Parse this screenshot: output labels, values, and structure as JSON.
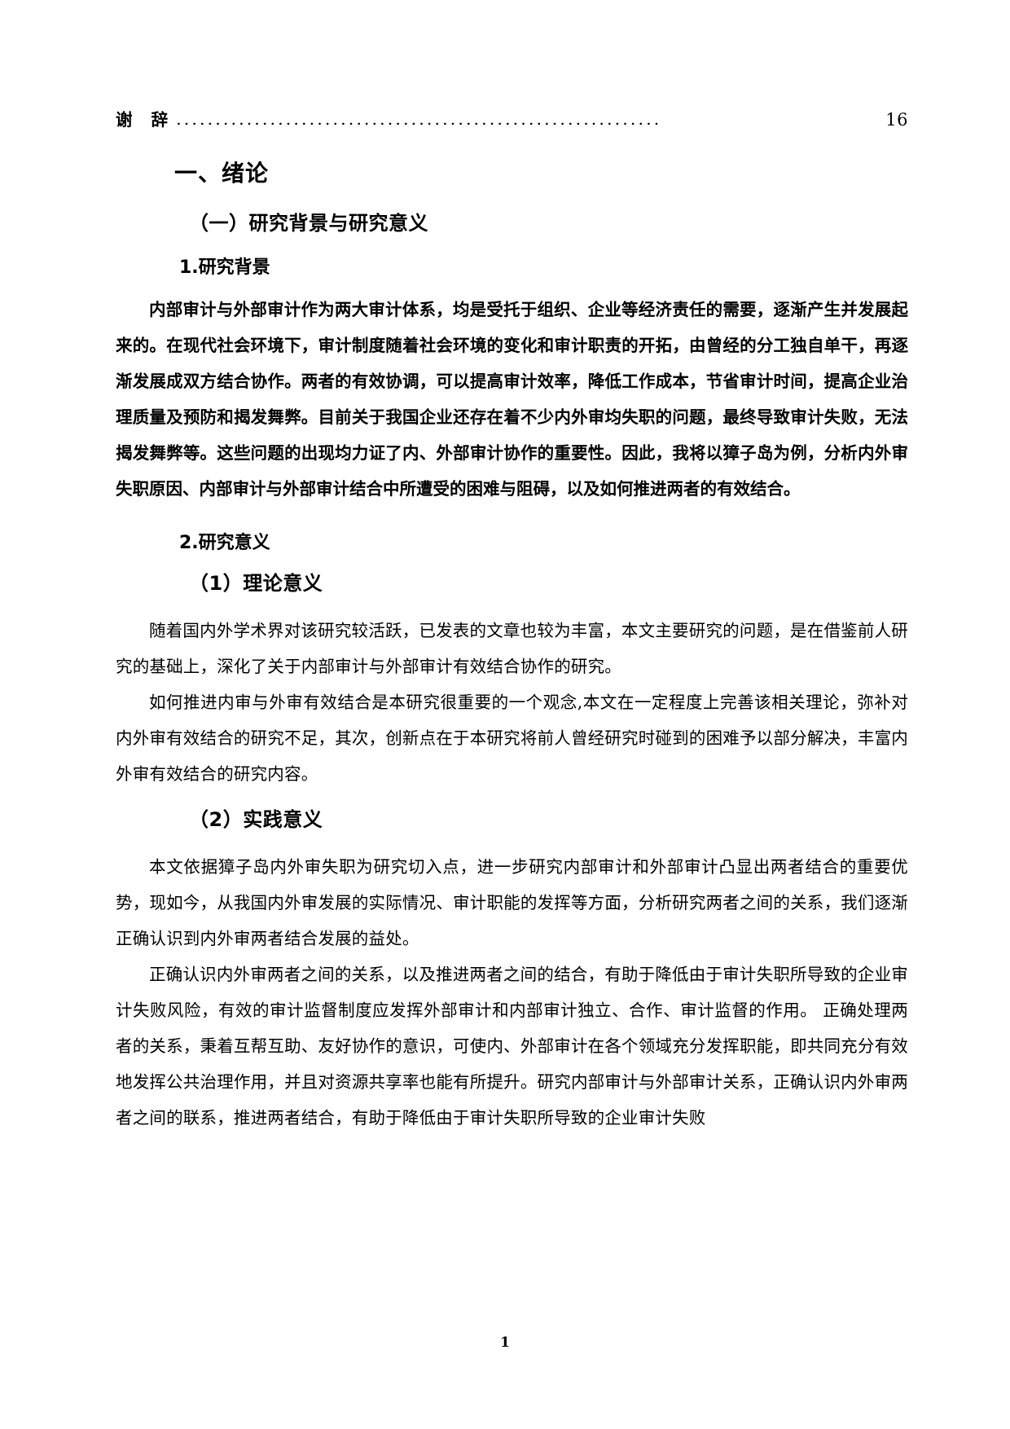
{
  "toc_entry": {
    "label": "谢  辞",
    "leader": "..............................................................",
    "page": "16"
  },
  "headings": {
    "section": "一、绪论",
    "sub_1": "（一）研究背景与研究意义",
    "num_1": "1.研究背景",
    "num_2": "2.研究意义",
    "paren_1": "（1）理论意义",
    "paren_2": "（2）实践意义"
  },
  "paragraphs": {
    "p1": "内部审计与外部审计作为两大审计体系，均是受托于组织、企业等经济责任的需要，逐渐产生并发展起来的。在现代社会环境下，审计制度随着社会环境的变化和审计职责的开拓，由曾经的分工独自单干，再逐渐发展成双方结合协作。两者的有效协调，可以提高审计效率，降低工作成本，节省审计时间，提高企业治理质量及预防和揭发舞弊。目前关于我国企业还存在着不少内外审均失职的问题，最终导致审计失败，无法揭发舞弊等。这些问题的出现均力证了内、外部审计协作的重要性。因此，我将以獐子岛为例，分析内外审失职原因、内部审计与外部审计结合中所遭受的困难与阻碍，以及如何推进两者的有效结合。",
    "p2": "随着国内外学术界对该研究较活跃，已发表的文章也较为丰富，本文主要研究的问题，是在借鉴前人研究的基础上，深化了关于内部审计与外部审计有效结合协作的研究。",
    "p3": "如何推进内审与外审有效结合是本研究很重要的一个观念,本文在一定程度上完善该相关理论，弥补对内外审有效结合的研究不足，其次，创新点在于本研究将前人曾经研究时碰到的困难予以部分解决，丰富内外审有效结合的研究内容。",
    "p4": "本文依据獐子岛内外审失职为研究切入点，进一步研究内部审计和外部审计凸显出两者结合的重要优势，现如今，从我国内外审发展的实际情况、审计职能的发挥等方面，分析研究两者之间的关系，我们逐渐正确认识到内外审两者结合发展的益处。",
    "p5": "正确认识内外审两者之间的关系，以及推进两者之间的结合，有助于降低由于审计失职所导致的企业审计失败风险，有效的审计监督制度应发挥外部审计和内部审计独立、合作、审计监督的作用。  正确处理两者的关系，秉着互帮互助、友好协作的意识，可使内、外部审计在各个领域充分发挥职能，即共同充分有效地发挥公共治理作用，并且对资源共享率也能有所提升。研究内部审计与外部审计关系，正确认识内外审两者之间的联系，推进两者结合，有助于降低由于审计失职所导致的企业审计失败"
  },
  "footer": {
    "page_number": "1"
  }
}
